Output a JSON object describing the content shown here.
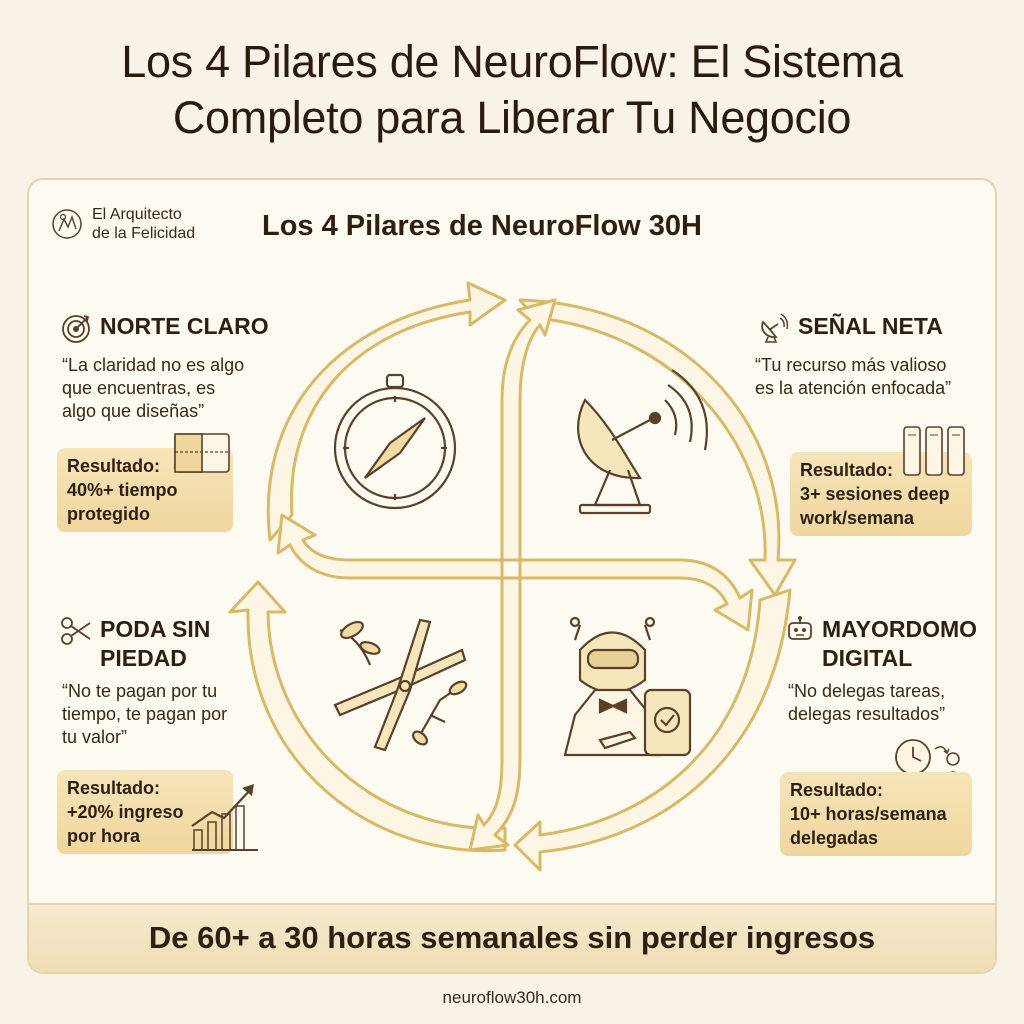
{
  "page": {
    "title_line1": "Los 4 Pilares de NeuroFlow: El Sistema",
    "title_line2": "Completo para Liberar Tu Negocio"
  },
  "brand": {
    "line1": "El Arquitecto",
    "line2": "de la Felicidad"
  },
  "diagram_title": "Los 4 Pilares de NeuroFlow 30H",
  "pillars": [
    {
      "title_line1": "NORTE CLARO",
      "title_line2": "",
      "quote_lines": [
        "“La claridad no es algo",
        "que encuentras, es",
        "algo que diseñas”"
      ],
      "result_label": "Resultado:",
      "result_lines": [
        "40%+ tiempo",
        "protegido"
      ],
      "icon": "target-icon"
    },
    {
      "title_line1": "SEÑAL NETA",
      "title_line2": "",
      "quote_lines": [
        "“Tu recurso más valioso",
        "es la atención enfocada”"
      ],
      "result_label": "Resultado:",
      "result_lines": [
        "3+ sesiones deep",
        "work/semana"
      ],
      "icon": "satellite-dish-icon"
    },
    {
      "title_line1": "PODA SIN",
      "title_line2": "PIEDAD",
      "quote_lines": [
        "“No te pagan por tu",
        "tiempo, te pagan por",
        "tu valor”"
      ],
      "result_label": "Resultado:",
      "result_lines": [
        "+20% ingreso",
        "por hora"
      ],
      "icon": "scissors-icon"
    },
    {
      "title_line1": "MAYORDOMO",
      "title_line2": "DIGITAL",
      "quote_lines": [
        "“No delegas tareas,",
        "delegas resultados”"
      ],
      "result_label": "Resultado:",
      "result_lines": [
        "10+ horas/semana",
        "delegadas"
      ],
      "icon": "robot-icon"
    }
  ],
  "footer": "De 60+ a 30 horas semanales sin perder ingresos",
  "url": "neuroflow30h.com",
  "colors": {
    "background": "#f8f3e6",
    "gold": "#e2c27a",
    "gold_light": "#f6e6bb",
    "ink": "#2e1f12"
  }
}
